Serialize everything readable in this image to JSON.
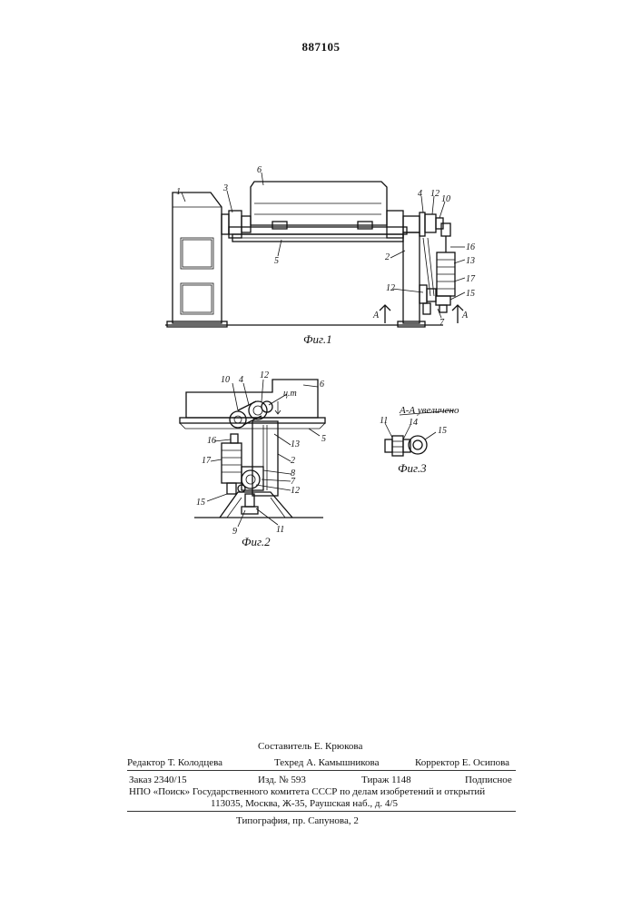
{
  "header": {
    "patent_number": "887105"
  },
  "figures": {
    "fig1": {
      "caption": "Фиг.1",
      "labels": [
        "1",
        "3",
        "6",
        "4",
        "12",
        "10",
        "2",
        "5",
        "16",
        "13",
        "17",
        "12",
        "15",
        "7",
        "А",
        "А"
      ]
    },
    "fig2": {
      "caption": "Фиг.2",
      "labels": [
        "10",
        "4",
        "12",
        "6",
        "ц.т",
        "16",
        "17",
        "13",
        "2",
        "8",
        "7",
        "12",
        "5",
        "15",
        "9",
        "11"
      ]
    },
    "fig3": {
      "caption": "Фиг.3",
      "title": "А-А увеличено",
      "labels": [
        "11",
        "14",
        "15"
      ]
    }
  },
  "imprint": {
    "compiler": "Составитель Е. Крюкова",
    "editor": "Редактор Т. Колодцева",
    "techred": "Техред А. Камышникова",
    "corrector": "Корректор Е. Осипова",
    "order": "Заказ 2340/15",
    "edition": "Изд. № 593",
    "print_run": "Тираж 1148",
    "subscription": "Подписное",
    "org": "НПО «Поиск» Государственного комитета СССР по делам изобретений и открытий",
    "address": "113035, Москва, Ж-35, Раушская наб., д. 4/5",
    "printer": "Типография, пр. Сапунова, 2"
  }
}
